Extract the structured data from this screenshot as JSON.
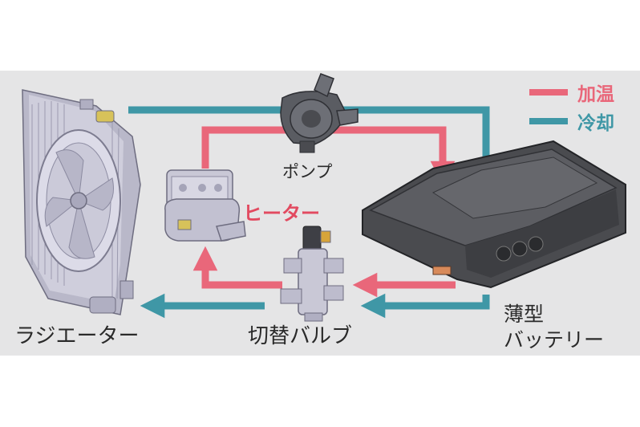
{
  "legend": {
    "heating": {
      "label": "加温",
      "color": "#e9677a"
    },
    "cooling": {
      "label": "冷却",
      "color": "#3f97a6"
    }
  },
  "components": {
    "pump": "ポンプ",
    "heater": "ヒーター",
    "radiator": "ラジエーター",
    "valve": "切替バルブ",
    "battery_line1": "薄型",
    "battery_line2": "バッテリー"
  },
  "colors": {
    "background": "#e5e5e6",
    "heater_label": "#e24a60",
    "text": "#2a2a2a",
    "component_fill": "#c9c8d6",
    "battery_fill": "#4a4b4f"
  }
}
